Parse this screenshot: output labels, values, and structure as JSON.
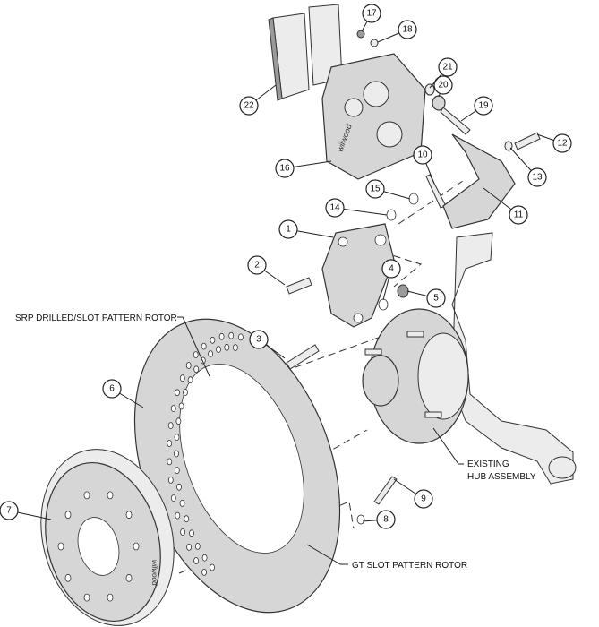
{
  "callouts": [
    "1",
    "2",
    "3",
    "4",
    "5",
    "6",
    "7",
    "8",
    "9",
    "10",
    "11",
    "12",
    "13",
    "14",
    "15",
    "16",
    "17",
    "18",
    "19",
    "20",
    "21",
    "22"
  ],
  "labels": {
    "srp_rotor": "SRP DRILLED/SLOT PATTERN ROTOR",
    "existing_hub_line1": "EXISTING",
    "existing_hub_line2": "HUB ASSEMBLY",
    "gt_rotor": "GT SLOT PATTERN ROTOR"
  },
  "brand_marks": [
    "wilwood"
  ]
}
